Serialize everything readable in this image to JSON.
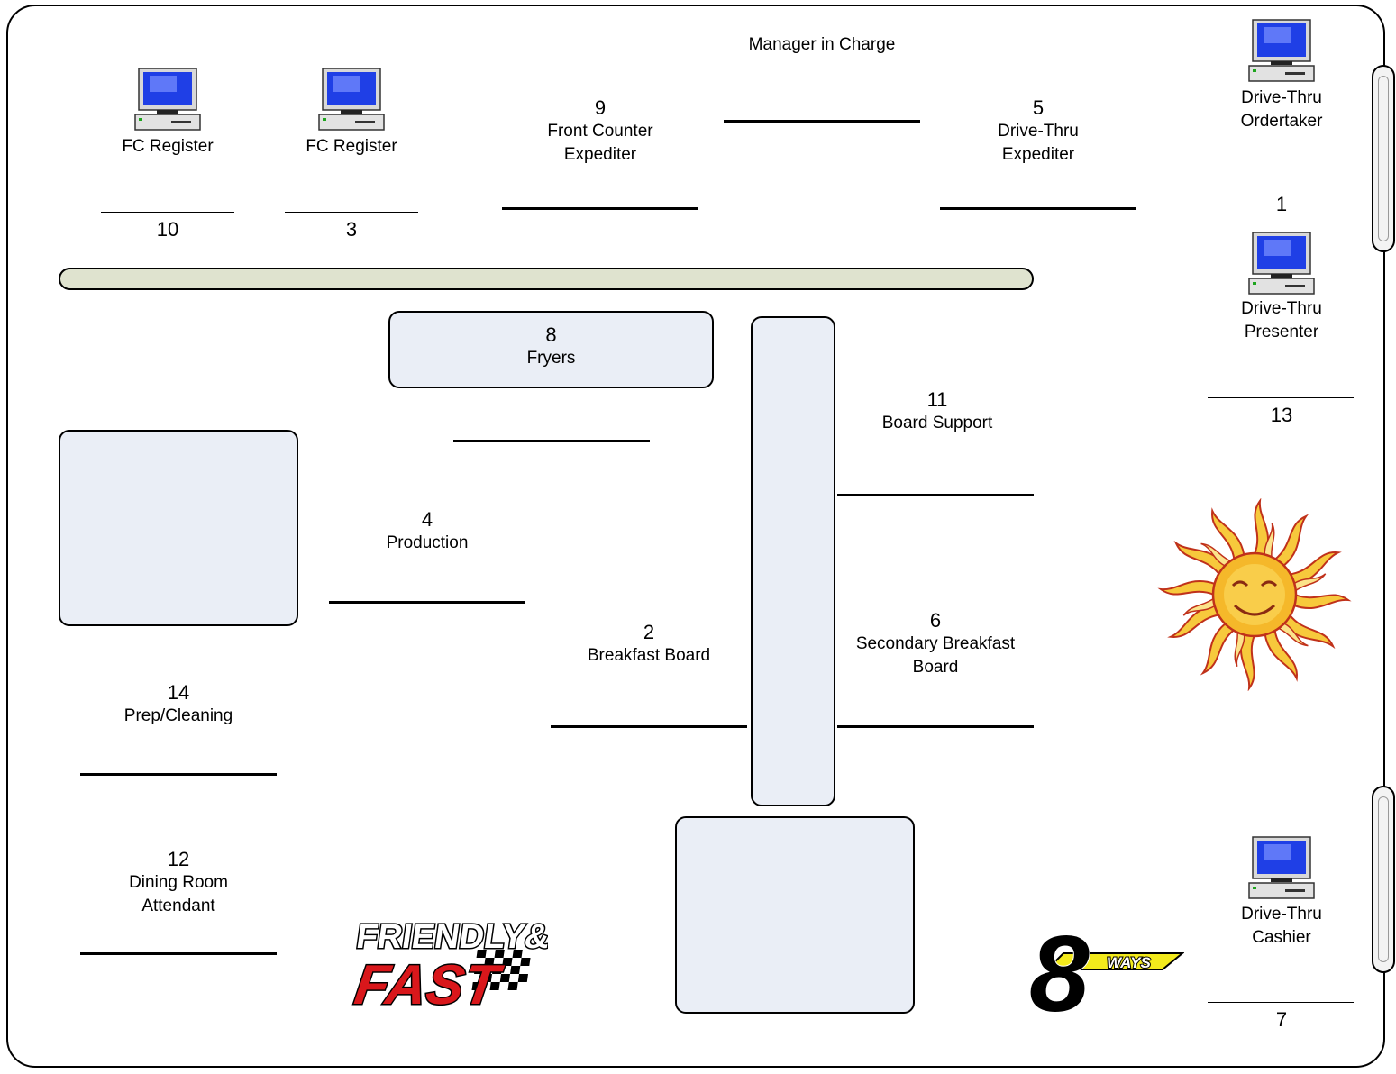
{
  "manager": "Manager in Charge",
  "positions": {
    "fc_register_left": {
      "label": "FC Register",
      "number": "10"
    },
    "fc_register_right": {
      "label": "FC Register",
      "number": "3"
    },
    "front_counter_expediter": {
      "number": "9",
      "label_line1": "Front Counter",
      "label_line2": "Expediter"
    },
    "drive_thru_expediter": {
      "number": "5",
      "label_line1": "Drive-Thru",
      "label_line2": "Expediter"
    },
    "drive_thru_ordertaker": {
      "label_line1": "Drive-Thru",
      "label_line2": "Ordertaker",
      "number": "1"
    },
    "drive_thru_presenter": {
      "label_line1": "Drive-Thru",
      "label_line2": "Presenter",
      "number": "13"
    },
    "fryers": {
      "number": "8",
      "label": "Fryers"
    },
    "board_support": {
      "number": "11",
      "label": "Board Support"
    },
    "production": {
      "number": "4",
      "label": "Production"
    },
    "breakfast_board": {
      "number": "2",
      "label": "Breakfast Board"
    },
    "secondary_breakfast_board": {
      "number": "6",
      "label_line1": "Secondary Breakfast",
      "label_line2": "Board"
    },
    "prep_cleaning": {
      "number": "14",
      "label": "Prep/Cleaning"
    },
    "dining_room_attendant": {
      "number": "12",
      "label_line1": "Dining Room",
      "label_line2": "Attendant"
    },
    "drive_thru_cashier": {
      "label_line1": "Drive-Thru",
      "label_line2": "Cashier",
      "number": "7"
    }
  },
  "logos": {
    "friendly_fast": {
      "line1": "FRIENDLY&",
      "line2": "FAST"
    },
    "eight_ways": {
      "digit": "8",
      "word": "WAYS"
    }
  },
  "icons": [
    "computer-icon",
    "sun-icon"
  ]
}
